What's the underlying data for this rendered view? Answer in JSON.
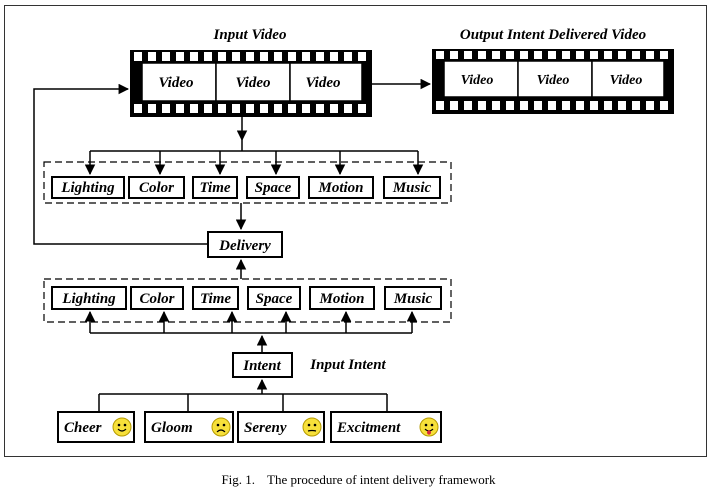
{
  "diagram": {
    "input_video_title": "Input Video",
    "output_video_title": "Output Intent Delivered Video",
    "input_frames": [
      "Video",
      "Video",
      "Video"
    ],
    "output_frames": [
      "Video",
      "Video",
      "Video"
    ],
    "features_top": [
      "Lighting",
      "Color",
      "Time",
      "Space",
      "Motion",
      "Music"
    ],
    "delivery_label": "Delivery",
    "features_bottom": [
      "Lighting",
      "Color",
      "Time",
      "Space",
      "Motion",
      "Music"
    ],
    "intent_label": "Intent",
    "input_intent_label": "Input Intent",
    "emotions": [
      {
        "label": "Cheer",
        "icon": "smile-emoji-icon"
      },
      {
        "label": "Gloom",
        "icon": "sad-emoji-icon"
      },
      {
        "label": "Sereny",
        "icon": "neutral-emoji-icon"
      },
      {
        "label": "Excitment",
        "icon": "tongue-emoji-icon"
      }
    ]
  },
  "caption": {
    "fig_label": "Fig. 1.",
    "text": "The procedure of intent delivery framework"
  }
}
